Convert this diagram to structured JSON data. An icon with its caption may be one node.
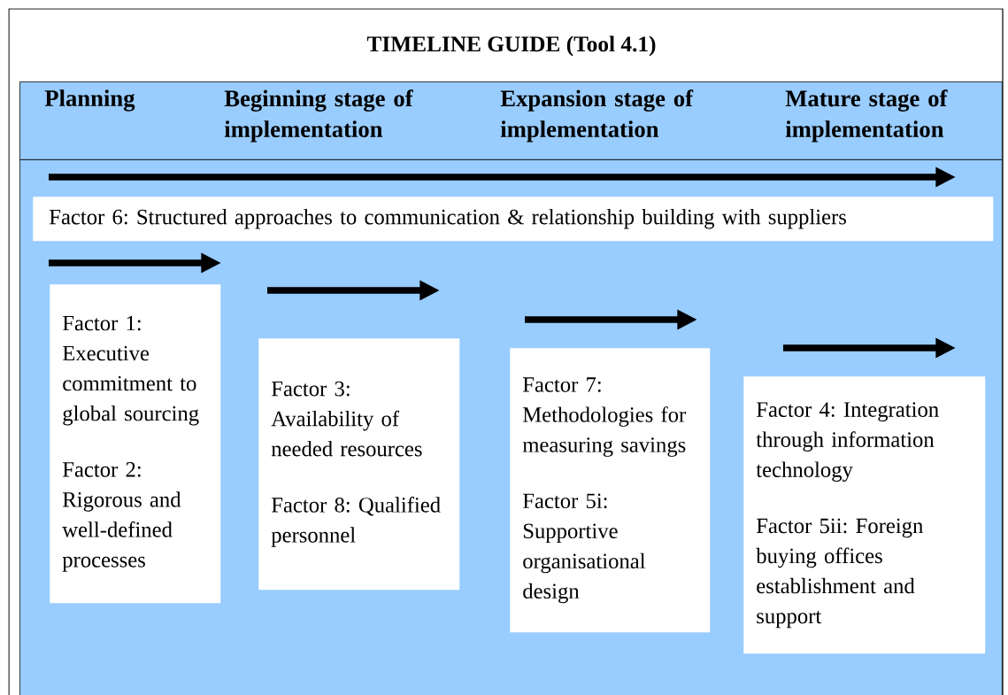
{
  "diagram": {
    "title": "TIMELINE GUIDE (Tool 4.1)",
    "nodes": [
      {
        "text": [
          "Planning",
          "Beginning stage of implementation",
          "Expansion stage of implementation",
          "Mature stage of implementation"
        ]
      },
      {
        "text": [],
        "shape": "box"
      },
      {
        "text": [
          "Factor 6: Structured approaches to communication & relationship building with suppliers"
        ],
        "in": 1
      },
      {
        "text": [
          "Factor 1: Executive commitment to global sourcing",
          "Factor 2: Rigorous and well-defined processes"
        ],
        "in": 1
      },
      {
        "text": [
          "Factor 3: Availability of needed resources",
          "Factor 8: Qualified personnel"
        ],
        "in": 1
      },
      {
        "text": [
          "Factor 7: Methodologies for measuring savings",
          "Factor 5i: Supportive organisational design"
        ],
        "in": 1
      },
      {
        "text": [
          "Factor 4: Integration through information technology",
          "Factor 5ii: Foreign buying offices establishment and support"
        ],
        "in": 1
      }
    ]
  }
}
